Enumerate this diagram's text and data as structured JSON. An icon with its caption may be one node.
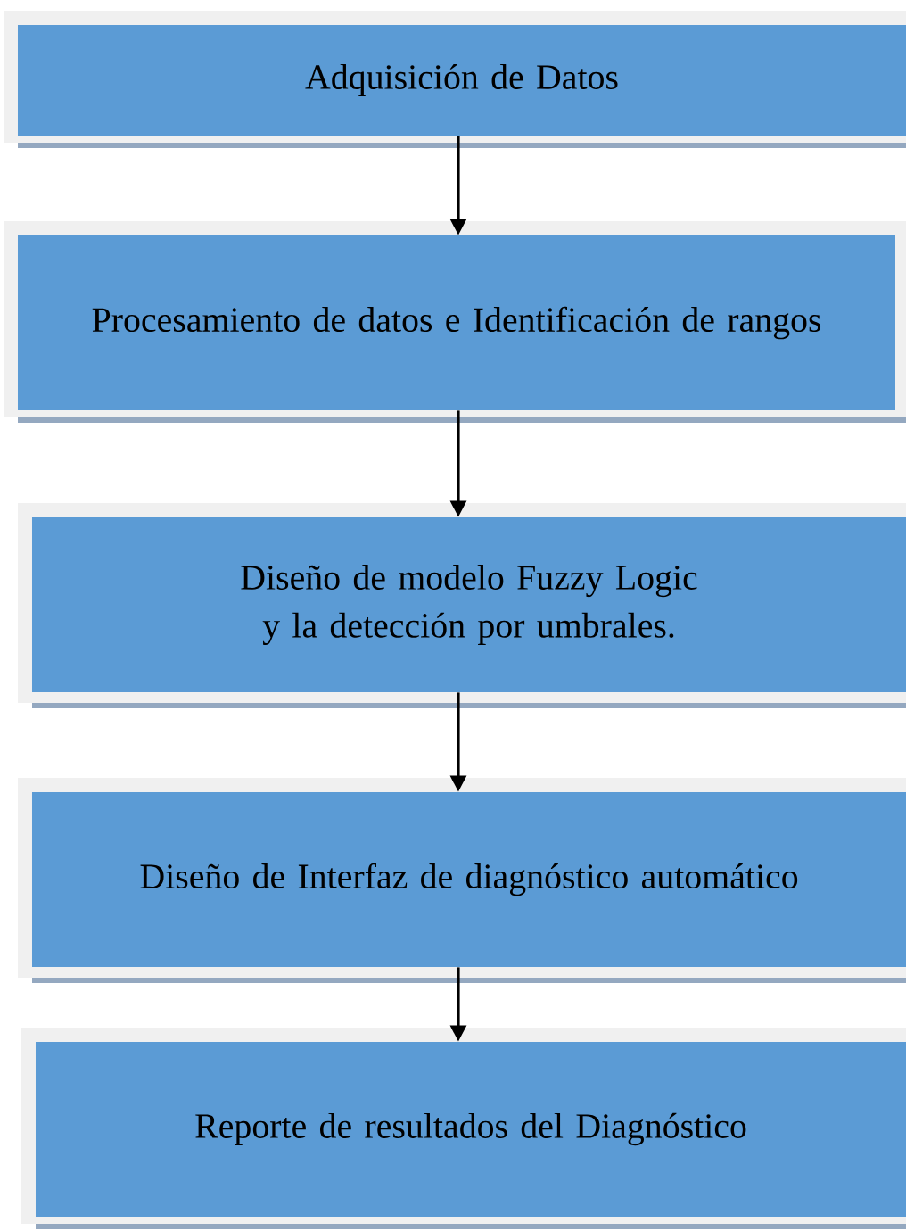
{
  "diagram": {
    "nodes": [
      {
        "text": [
          "Adquisición de Datos"
        ]
      },
      {
        "text": [
          "Procesamiento de datos e Identificación de rangos"
        ]
      },
      {
        "text": [
          "Diseño de modelo Fuzzy Logic y la detección por umbrales."
        ]
      },
      {
        "text": [
          "Diseño de Interfaz de diagnóstico automático"
        ]
      },
      {
        "text": [
          "Reporte de resultados del Diagnóstico"
        ]
      }
    ],
    "edges": [
      {
        "from": 0,
        "to": 1,
        "arrow": "to"
      },
      {
        "from": 1,
        "to": 2,
        "arrow": "to"
      },
      {
        "from": 2,
        "to": 3,
        "arrow": "to"
      },
      {
        "from": 3,
        "to": 4,
        "arrow": "to"
      }
    ]
  }
}
